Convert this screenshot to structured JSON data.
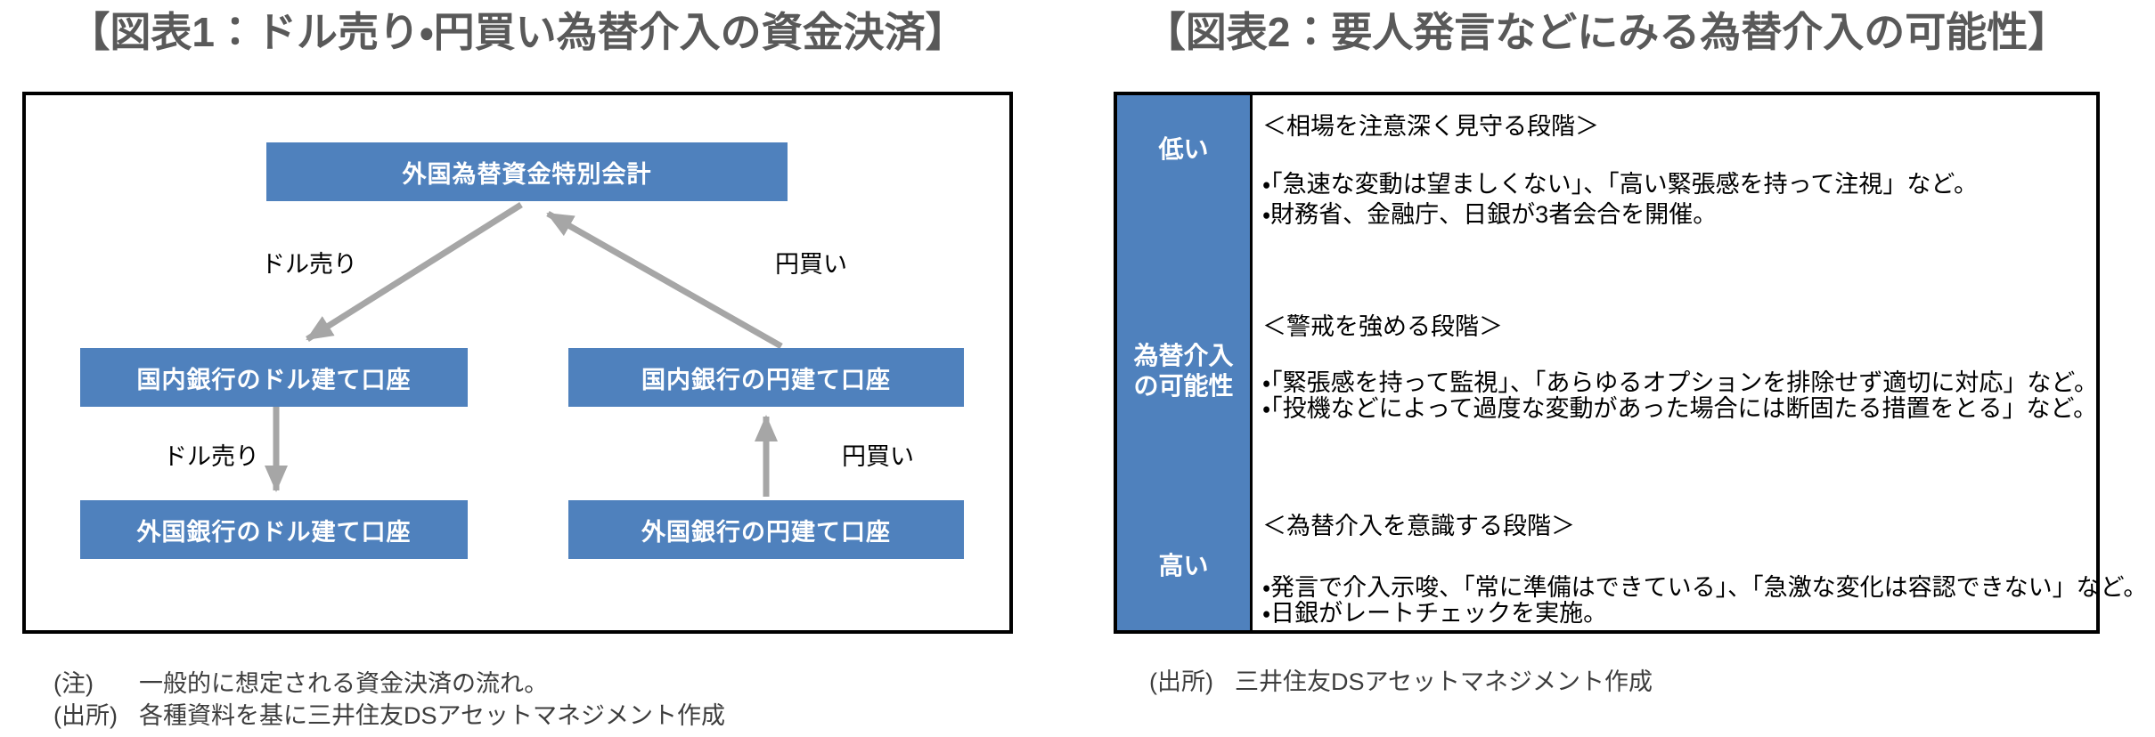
{
  "figure1": {
    "title": "【図表1：ドル売り・円買い為替介入の資金決済】",
    "boxes": {
      "special_account": "外国為替資金特別会計",
      "domestic_dollar": "国内銀行のドル建て口座",
      "domestic_yen": "国内銀行の円建て口座",
      "foreign_dollar": "外国銀行のドル建て口座",
      "foreign_yen": "外国銀行の円建て口座"
    },
    "arrow_labels": {
      "diag_dollar_sell": "ドル売り",
      "diag_yen_buy": "円買い",
      "vert_dollar_sell": "ドル売り",
      "vert_yen_buy": "円買い"
    },
    "notes": [
      {
        "label": "(注)",
        "text": "一般的に想定される資金決済の流れ。"
      },
      {
        "label": "(出所)",
        "text": "各種資料を基に三井住友DSアセットマネジメント作成"
      }
    ]
  },
  "figure2": {
    "title": "【図表2：要人発言などにみる為替介入の可能性】",
    "axis": {
      "low": "低い",
      "middle_line1": "為替介入",
      "middle_line2": "の可能性",
      "high": "高い"
    },
    "stages": [
      {
        "heading": "＜相場を注意深く見守る段階＞",
        "bullets": [
          "・「急速な変動は望ましくない」、「高い緊張感を持って注視」など。",
          "・財務省、金融庁、日銀が3者会合を開催。"
        ]
      },
      {
        "heading": "＜警戒を強める段階＞",
        "bullets": [
          "・「緊張感を持って監視」、「あらゆるオプションを排除せず適切に対応」など。",
          "・「投機などによって過度な変動があった場合には断固たる措置をとる」など。"
        ]
      },
      {
        "heading": "＜為替介入を意識する段階＞",
        "bullets": [
          "・発言で介入示唆、「常に準備はできている」、「急激な変化は容認できない」など。",
          "・日銀がレートチェックを実施。"
        ]
      }
    ],
    "note": {
      "label": "(出所)",
      "text": "三井住友DSアセットマネジメント作成"
    }
  },
  "colors": {
    "box_blue": "#4F81BD",
    "arrow_gray": "#A6A6A6",
    "title_gray": "#595959",
    "border_black": "#000000",
    "note_gray": "#3D3D3D"
  }
}
